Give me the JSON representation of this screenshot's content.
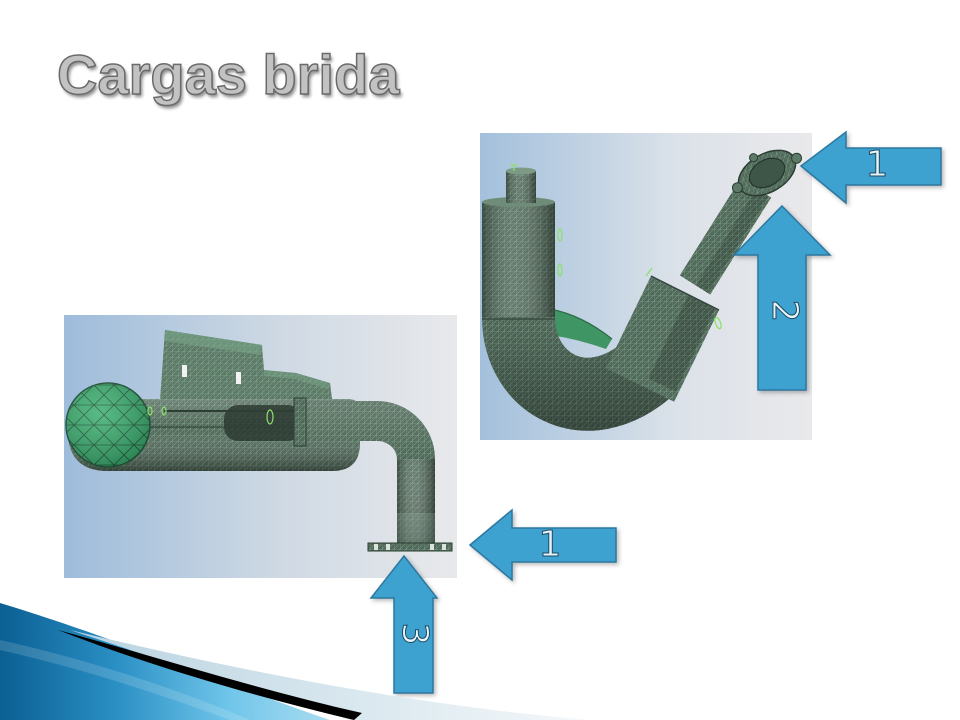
{
  "slide": {
    "title": "Cargas brida"
  },
  "arrows": [
    {
      "label": "1",
      "icon": "arrow-left-icon"
    },
    {
      "label": "2",
      "icon": "arrow-up-icon"
    },
    {
      "label": "1",
      "icon": "arrow-left-icon"
    },
    {
      "label": "3",
      "icon": "arrow-up-icon"
    }
  ],
  "colors": {
    "arrow_fill": "#3da2cf",
    "arrow_outline": "#2c78a0",
    "mesh": "#53695b",
    "title": "#c2c2c2"
  }
}
